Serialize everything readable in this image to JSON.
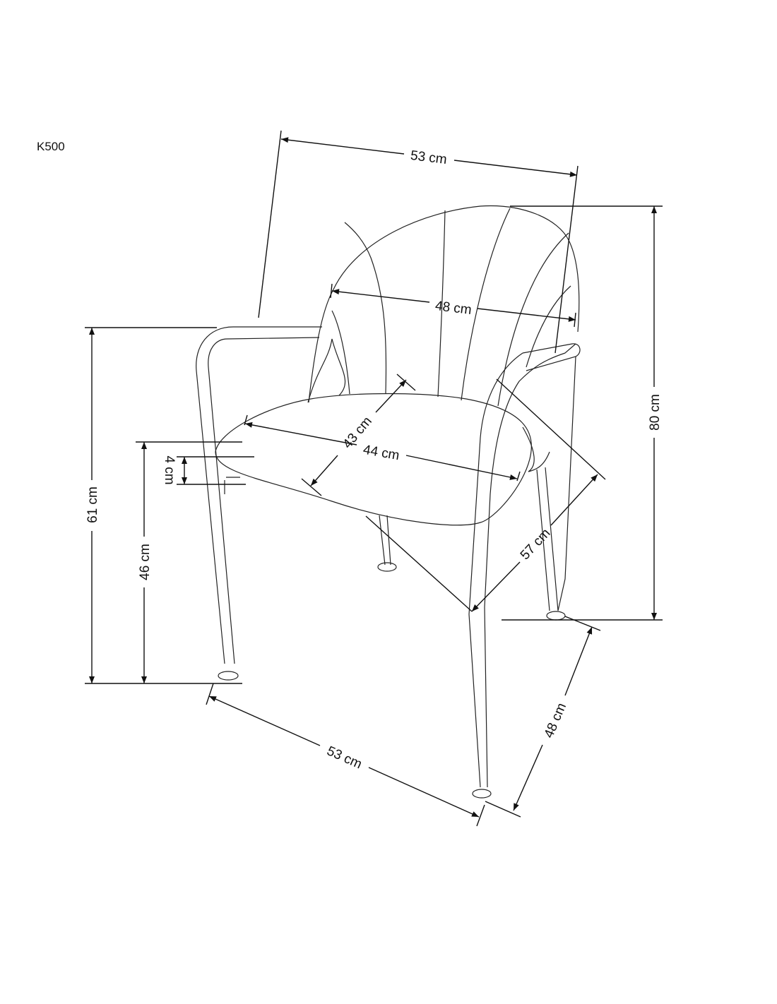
{
  "model": "K500",
  "dimensions": {
    "top_width": "53 cm",
    "height_total": "80 cm",
    "back_width": "48 cm",
    "armrest_height": "61 cm",
    "seat_height": "46 cm",
    "seat_thickness": "4 cm",
    "seat_depth": "43 cm",
    "seat_width": "44 cm",
    "diagonal_depth": "57 cm",
    "base_depth": "48 cm",
    "base_width": "53 cm"
  }
}
